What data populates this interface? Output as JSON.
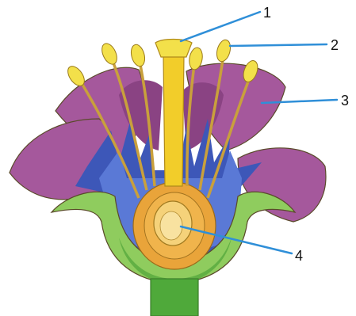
{
  "diagram": {
    "callouts": [
      {
        "label": "1"
      },
      {
        "label": "2"
      },
      {
        "label": "3"
      },
      {
        "label": "4"
      }
    ]
  },
  "colors": {
    "petal": "#a5589c",
    "petal_dark": "#8a4383",
    "sepal_blue": "#3d57b8",
    "receptacle_green": "#62b044",
    "stem_green": "#4fa93a",
    "pistil_yellow": "#f2cd2a",
    "ovary_orange": "#e9a43a",
    "ovule": "#f5d27a",
    "filament": "#c9a03c",
    "anther": "#f3e04a",
    "leader_line": "#2f8fd8"
  }
}
